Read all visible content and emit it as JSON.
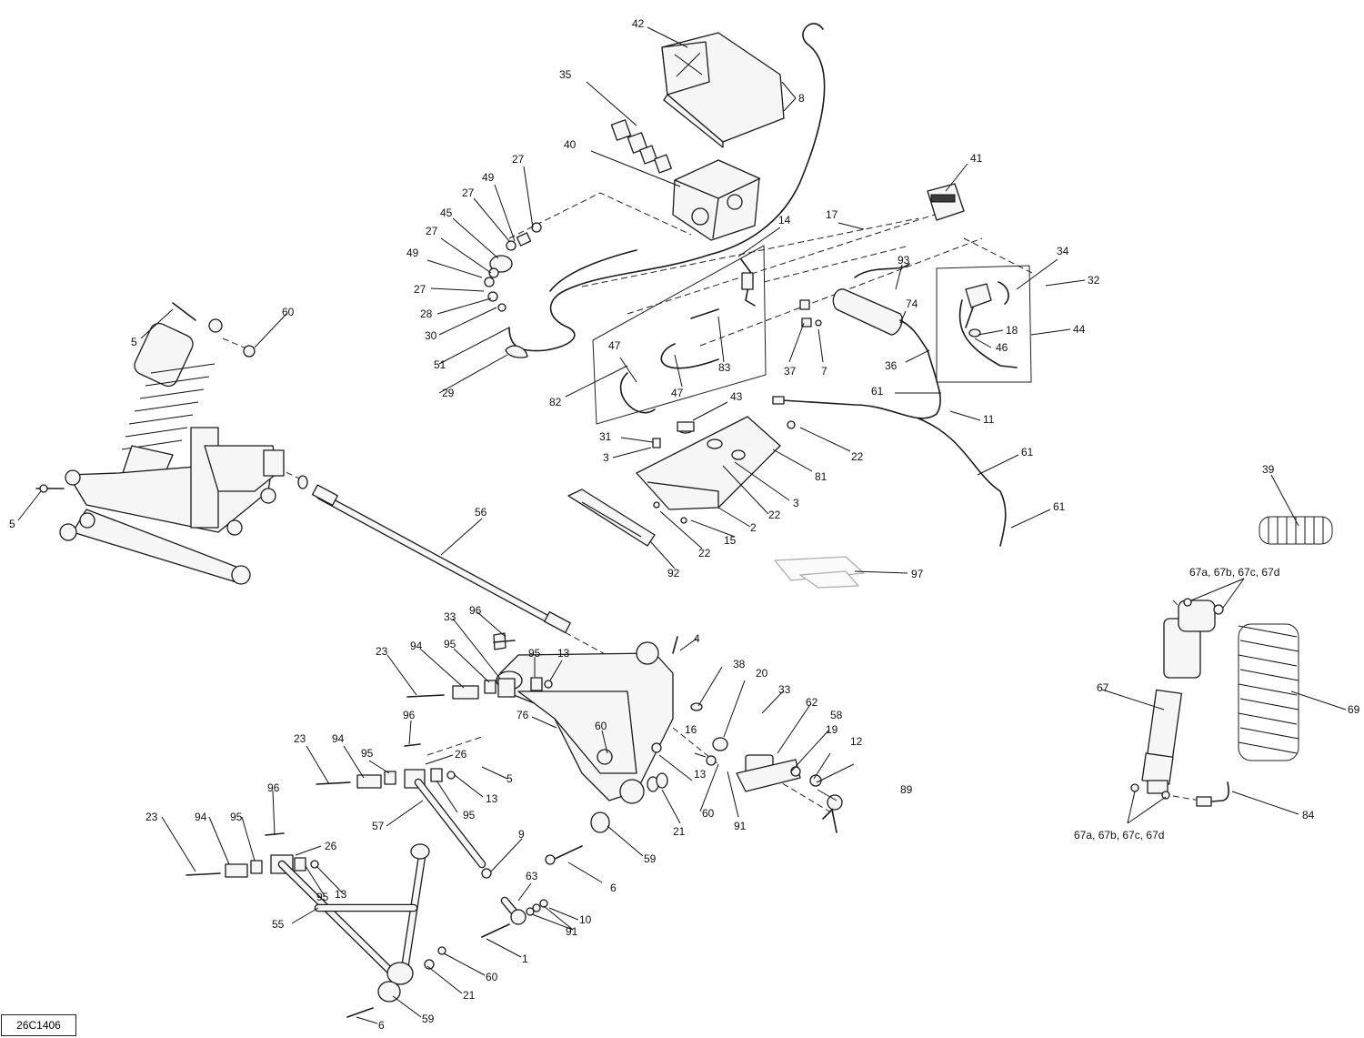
{
  "drawing_code": "26C1406",
  "callouts": {
    "c42": "42",
    "c8": "8",
    "c35": "35",
    "c40": "40",
    "c27a": "27",
    "c49a": "49",
    "c27b": "27",
    "c45": "45",
    "c27c": "27",
    "c49b": "49",
    "c27d": "27",
    "c28": "28",
    "c30": "30",
    "c51": "51",
    "c29": "29",
    "c41": "41",
    "c17": "17",
    "c14": "14",
    "c93": "93",
    "c34": "34",
    "c32": "32",
    "c74": "74",
    "c18": "18",
    "c44": "44",
    "c46": "46",
    "c36": "36",
    "c37": "37",
    "c7": "7",
    "c83": "83",
    "c47a": "47",
    "c47b": "47",
    "c82": "82",
    "c61a": "61",
    "c11": "11",
    "c61b": "61",
    "c61c": "61",
    "c43": "43",
    "c31": "31",
    "c3a": "3",
    "c22a": "22",
    "c81": "81",
    "c3b": "3",
    "c22b": "22",
    "c2": "2",
    "c15": "15",
    "c22c": "22",
    "c92": "92",
    "c97": "97",
    "c39": "39",
    "c67top": "67a, 67b, 67c, 67d",
    "c67": "67",
    "c69": "69",
    "c67bot": "67a, 67b, 67c, 67d",
    "c84": "84",
    "c5a": "5",
    "c60a": "60",
    "c5b": "5",
    "c56": "56",
    "c96a": "96",
    "c33a": "33",
    "c4": "4",
    "c23a": "23",
    "c94a": "94",
    "c95a": "95",
    "c95b": "95",
    "c13a": "13",
    "c38": "38",
    "c20": "20",
    "c33b": "33",
    "c62": "62",
    "c76": "76",
    "c60b": "60",
    "c5c": "5",
    "c16": "16",
    "c58": "58",
    "c19": "19",
    "c12": "12",
    "c96b": "96",
    "c23b": "23",
    "c94b": "94",
    "c95c": "95",
    "c26a": "26",
    "c13b": "13",
    "c95d": "95",
    "c13c": "13",
    "c60c": "60",
    "c89": "89",
    "c57": "57",
    "c21a": "21",
    "c91a": "91",
    "c96c": "96",
    "c23c": "23",
    "c94c": "94",
    "c95e": "95",
    "c26b": "26",
    "c9": "9",
    "c59a": "59",
    "c6a": "6",
    "c13d": "13",
    "c95f": "95",
    "c63": "63",
    "c10": "10",
    "c91b": "91",
    "c55": "55",
    "c1": "1",
    "c60d": "60",
    "c21b": "21",
    "c59b": "59",
    "c6b": "6"
  }
}
